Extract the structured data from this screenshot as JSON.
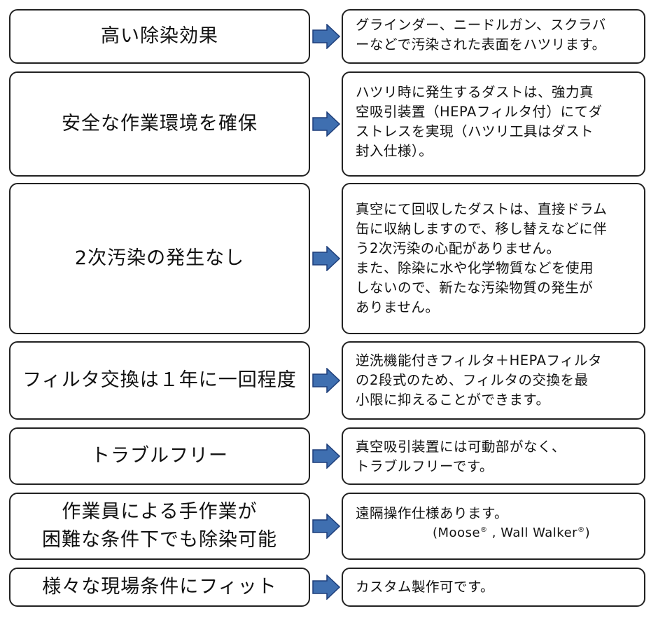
{
  "colors": {
    "arrow_fill": "#3f6fb0",
    "arrow_stroke": "#1f3f7a",
    "border": "#222222"
  },
  "rows": [
    {
      "feature": [
        "高い除染効果"
      ],
      "description": [
        "グラインダー、ニードルガン、スクラバ",
        "ーなどで汚染された表面をハツリます。"
      ]
    },
    {
      "feature": [
        "安全な作業環境を確保"
      ],
      "description": [
        "ハツリ時に発生するダストは、強力真",
        "空吸引装置（HEPAフィルタ付）にてダ",
        "ストレスを実現（ハツリ工具はダスト",
        "封入仕様）。"
      ]
    },
    {
      "feature": [
        "2次汚染の発生なし"
      ],
      "description": [
        "真空にて回収したダストは、直接ドラム",
        "缶に収納しますので、移し替えなどに伴",
        "う2次汚染の心配がありません。",
        "また、除染に水や化学物質などを使用",
        "しないので、新たな汚染物質の発生が",
        "ありません。"
      ]
    },
    {
      "feature": [
        "フィルタ交換は１年に一回程度"
      ],
      "description": [
        "逆洗機能付きフィルタ＋HEPAフィルタ",
        "の2段式のため、フィルタの交換を最",
        "小限に抑えることができます。"
      ]
    },
    {
      "feature": [
        "トラブルフリー"
      ],
      "description": [
        "真空吸引装置には可動部がなく、",
        "トラブルフリーです。"
      ]
    },
    {
      "feature": [
        "作業員による手作業が",
        "困難な条件下でも除染可能"
      ],
      "description": [
        "遠隔操作仕様あります。"
      ],
      "products": {
        "open": "(",
        "first": "Moose",
        "mark1": "®",
        "sep": " , ",
        "second": "Wall Walker",
        "mark2": "®",
        "close": ")"
      }
    },
    {
      "feature": [
        "様々な現場条件にフィット"
      ],
      "description": [
        "カスタム製作可です。"
      ]
    }
  ]
}
